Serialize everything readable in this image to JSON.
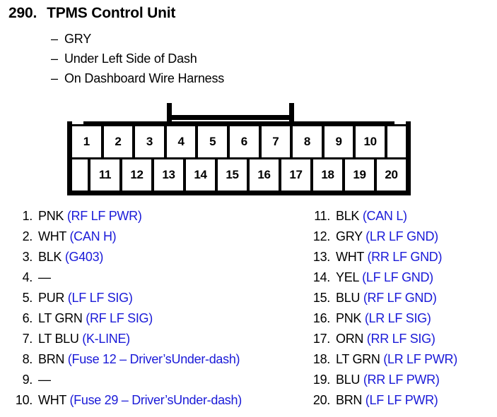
{
  "header": {
    "number": "290.",
    "title": "TPMS Control Unit",
    "dash": "–",
    "details": [
      "GRY",
      "Under Left Side of Dash",
      "On Dashboard Wire Harness"
    ]
  },
  "connector": {
    "top_row": [
      "1",
      "2",
      "3",
      "4",
      "5",
      "6",
      "7",
      "8",
      "9",
      "10"
    ],
    "bottom_row": [
      "11",
      "12",
      "13",
      "14",
      "15",
      "16",
      "17",
      "18",
      "19",
      "20"
    ]
  },
  "colors": {
    "signal_blue": "#1a1ad8",
    "wire_black": "#000000",
    "background": "#ffffff"
  },
  "pins": {
    "left_column": [
      {
        "num": "1.",
        "wire": "PNK",
        "signal": "(RF LF PWR)"
      },
      {
        "num": "2.",
        "wire": "WHT",
        "signal": "(CAN H)"
      },
      {
        "num": "3.",
        "wire": "BLK",
        "signal": "(G403)"
      },
      {
        "num": "4.",
        "wire": "—",
        "signal": ""
      },
      {
        "num": "5.",
        "wire": "PUR",
        "signal": "(LF LF SIG)"
      },
      {
        "num": "6.",
        "wire": "LT GRN",
        "signal": "(RF LF SIG)"
      },
      {
        "num": "7.",
        "wire": "LT BLU",
        "signal": "(K-LINE)"
      },
      {
        "num": "8.",
        "wire": "BRN",
        "signal": "(Fuse 12 – Driver’sUnder-dash)"
      },
      {
        "num": "9.",
        "wire": "—",
        "signal": ""
      },
      {
        "num": "10.",
        "wire": "WHT",
        "signal": "(Fuse 29 – Driver’sUnder-dash)"
      }
    ],
    "right_column": [
      {
        "num": "11.",
        "wire": "BLK",
        "signal": "(CAN L)"
      },
      {
        "num": "12.",
        "wire": "GRY",
        "signal": "(LR LF GND)"
      },
      {
        "num": "13.",
        "wire": "WHT",
        "signal": "(RR LF GND)"
      },
      {
        "num": "14.",
        "wire": "YEL",
        "signal": "(LF LF GND)"
      },
      {
        "num": "15.",
        "wire": "BLU",
        "signal": "(RF LF GND)"
      },
      {
        "num": "16.",
        "wire": "PNK",
        "signal": "(LR LF SIG)"
      },
      {
        "num": "17.",
        "wire": "ORN",
        "signal": "(RR LF SIG)"
      },
      {
        "num": "18.",
        "wire": "LT GRN",
        "signal": "(LR LF PWR)"
      },
      {
        "num": "19.",
        "wire": "BLU",
        "signal": "(RR LF PWR)"
      },
      {
        "num": "20.",
        "wire": "BRN",
        "signal": "(LF LF PWR)"
      }
    ]
  }
}
